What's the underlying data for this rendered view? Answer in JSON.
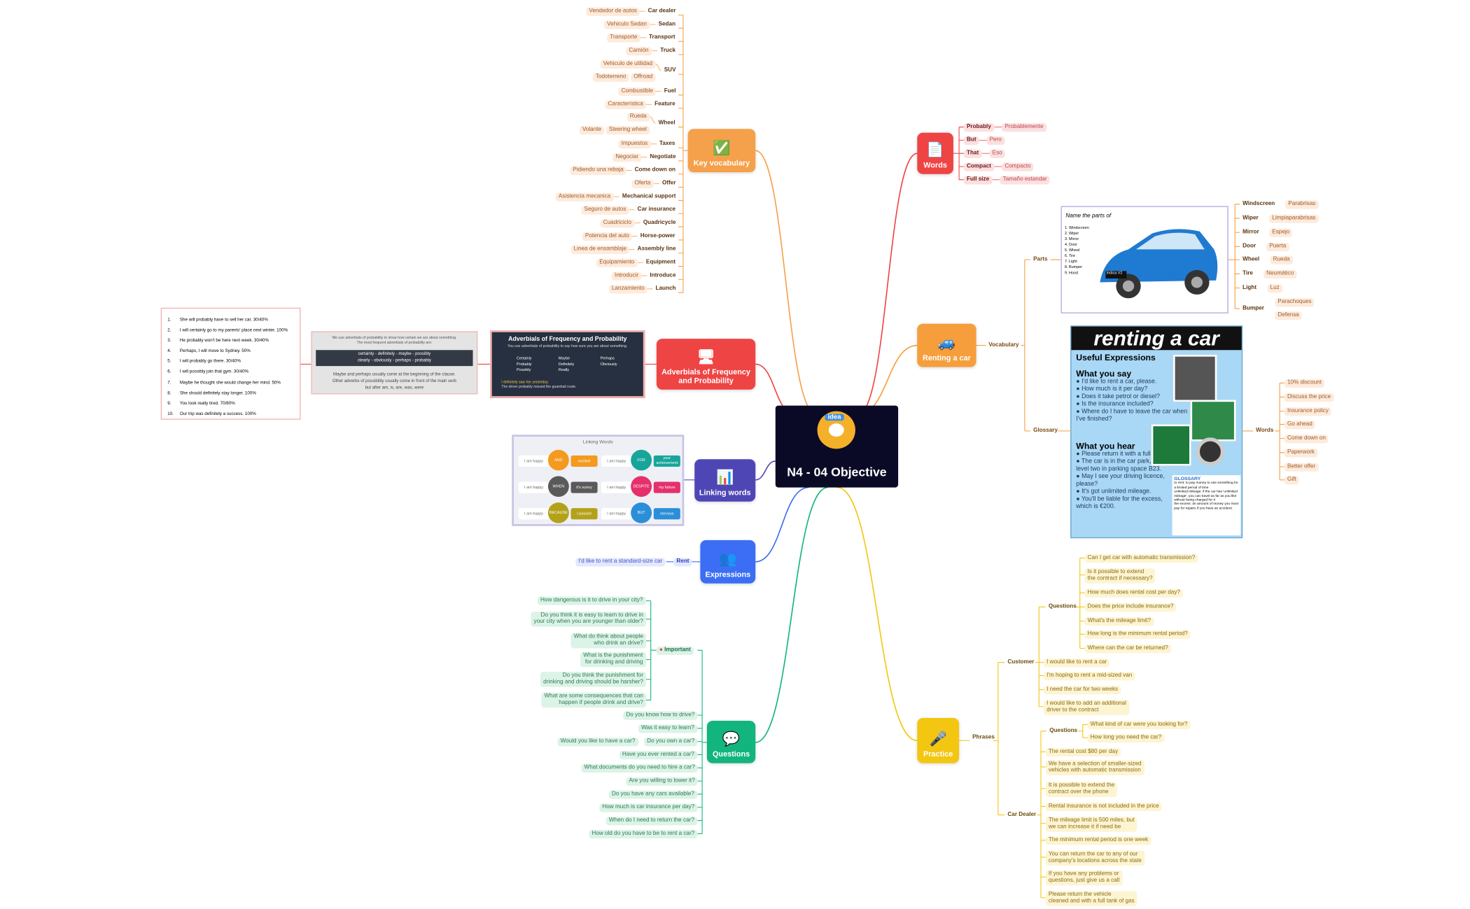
{
  "center": {
    "title": "N4 - 04 Objective",
    "badge": "idea"
  },
  "hubs": {
    "key_vocab": "Key vocabulary",
    "words": "Words",
    "adverbials": "Adverbials of Frequency and Probability",
    "renting": "Renting a car",
    "linking": "Linking words",
    "expressions": "Expressions",
    "questions": "Questions",
    "practice": "Practice"
  },
  "key_vocab": {
    "items": [
      {
        "en": "Car dealer",
        "es": "Vendedor de autos"
      },
      {
        "en": "Sedan",
        "es": "Vehiculo Sedan"
      },
      {
        "en": "Transport",
        "es": "Transporte"
      },
      {
        "en": "Truck",
        "es": "Camión"
      },
      {
        "en": "SUV",
        "es": "Vehiculo de utilidad",
        "es2": "Todoterreno",
        "sub": "Offroad"
      },
      {
        "en": "Fuel",
        "es": "Combustible"
      },
      {
        "en": "Feature",
        "es": "Característica"
      },
      {
        "en": "Wheel",
        "es": "Rueda",
        "sub": "Steering wheel",
        "es2": "Volante"
      },
      {
        "en": "Taxes",
        "es": "Impuestos"
      },
      {
        "en": "Negotiate",
        "es": "Negociar"
      },
      {
        "en": "Come down on",
        "es": "Pidiendo una rebaja"
      },
      {
        "en": "Offer",
        "es": "Oferta"
      },
      {
        "en": "Mechanical support",
        "es": "Asistencia mecanica"
      },
      {
        "en": "Car insurance",
        "es": "Seguro de autos"
      },
      {
        "en": "Quadricycle",
        "es": "Cuadriciclo"
      },
      {
        "en": "Horse-power",
        "es": "Potencia del auto"
      },
      {
        "en": "Assembly line",
        "es": "Linea de ensamblaje"
      },
      {
        "en": "Equipment",
        "es": "Equipamiento"
      },
      {
        "en": "Introduce",
        "es": "Introducir"
      },
      {
        "en": "Launch",
        "es": "Lanzamiento"
      }
    ]
  },
  "words": {
    "items": [
      {
        "en": "Probably",
        "es": "Probablemente"
      },
      {
        "en": "But",
        "es": "Pero"
      },
      {
        "en": "That",
        "es": "Eso"
      },
      {
        "en": "Compact",
        "es": "Compacto"
      },
      {
        "en": "Full size",
        "es": "Tamaño estandar"
      }
    ]
  },
  "renting": {
    "vocabulary": "Vocabulary",
    "parts": "Parts",
    "glossary": "Glossary",
    "parts_items": [
      {
        "en": "Windscreen",
        "es": "Parabrisas"
      },
      {
        "en": "Wiper",
        "es": "Limpiaparabrisas"
      },
      {
        "en": "Mirror",
        "es": "Espejo"
      },
      {
        "en": "Door",
        "es": "Puerta"
      },
      {
        "en": "Wheel",
        "es": "Rueda"
      },
      {
        "en": "Tire",
        "es": "Neumático"
      },
      {
        "en": "Light",
        "es": "Luz"
      },
      {
        "en": "Bumper",
        "es": "Parachoques",
        "es2": "Defensa"
      }
    ],
    "words_label": "Words",
    "glossary_words": [
      "10% discount",
      "Discuss the price",
      "Insurance policy",
      "Go ahead",
      "Come down on",
      "Paperwork",
      "Better offer",
      "Gift"
    ],
    "car_panel": {
      "title": "Name the parts of",
      "list": [
        "1. Windscreen",
        "2. Wiper",
        "3. Mirror",
        "4. Door",
        "5. Wheel",
        "6. Tire",
        "7. Light",
        "8. Bumper",
        "9. Hood"
      ],
      "plate": "Indica V2"
    },
    "poster": {
      "title": "renting a car",
      "subtitle": "Useful Expressions",
      "say_head": "What you say",
      "say": [
        "I'd like to rent a car, please.",
        "How much is it per day?",
        "Does it take petrol or diesel?",
        "Is the insurance included?",
        "Where do I have to leave the car when I've finished?"
      ],
      "hear_head": "What you hear",
      "hear": [
        "Please return it with a full tank.",
        "The car is in the car park, on level two in parking space B23.",
        "May I see your driving licence, please?",
        "It's got unlimited mileage.",
        "You'll be liable for the excess, which is €200."
      ],
      "glossary_head": "GLOSSARY",
      "glossary_text": "to rent: to pay money to use something for a limited period of time\nunlimited mileage: if the car has 'unlimited mileage', you can travel as far as you like without being charged for it\nthe excess: an amount of money you must pay for repairs if you have an accident"
    }
  },
  "adverbials": {
    "dark_title": "Adverbials of Frequency and Probability",
    "dark_sub": "You use adverbials of probability to say how sure you are about something.",
    "cols": [
      [
        "Certainly",
        "Probably",
        "Possibly"
      ],
      [
        "Maybe",
        "Definitely",
        "Really"
      ],
      [
        "Perhaps",
        "Obviously"
      ]
    ],
    "dark_foot1": "I definitely saw her yesterday.",
    "dark_foot2": "The driver probably missed the guardrail route.",
    "grey_top": "We use adverbials of probability to show how certain we are about something.\nThe most frequent adverbials of probability are:",
    "grey_bar1": "certainly - definitely - maybe - possibly",
    "grey_bar2": "clearly - obviously - perhaps - probably",
    "grey_bot": "Maybe and perhaps usually come at the beginning of the clause.\nOther adverbs of possibility usually come in front of the main verb\nbut after am, is, are, was, were",
    "exercises": [
      "She will probably have to sell her car. 30/40%",
      "I will certainly go to my parents' place next winter. 100%",
      "He probably won't be here next week. 30/40%",
      "Perhaps, I will move to Sydney. 50%",
      "I will probably go there. 30/40%",
      "I will possibly join that gym. 30/40%",
      "Maybe he thought she would change her mind. 50%",
      "She should definitely stay longer. 100%",
      "You look really tired. 70/80%",
      "Our trip was definitely a success. 100%"
    ]
  },
  "linking": {
    "title": "Linking Words",
    "rows": [
      {
        "a": "I am happy",
        "w": "AND",
        "b": "excited",
        "c": "I am happy",
        "w2": "FOR",
        "d": "your achievement"
      },
      {
        "a": "I am happy",
        "w": "WHEN",
        "b": "it's sunny",
        "c": "I am happy",
        "w2": "DESPITE",
        "d": "my failure"
      },
      {
        "a": "I am happy",
        "w": "BECAUSE",
        "b": "I passed",
        "c": "I am happy",
        "w2": "BUT",
        "d": "nervous"
      }
    ]
  },
  "expressions": {
    "label": "Rent",
    "item": "I'd like to rent a standard-size car"
  },
  "questions": {
    "important": "Important",
    "important_items": [
      "How dangerous is it to drive in your city?",
      "Do you think it is easy to learn to drive in\nyour city when you are younger than older?",
      "What do think about people\nwho drink an drive?",
      "What is the punishment\nfor drinking and driving",
      "Do you think the punishment for\ndrinking and driving should be harsher?",
      "What are some consequences that can\nhappen if people drink and drive?"
    ],
    "items": [
      "Do you know how to drive?",
      "Was it easy to learn?",
      "Do you own a car?",
      "Have you ever rented a car?",
      "What documents do you need to hire a car?",
      "Are you willing to lower it?",
      "Do you have any cars available?",
      "How much is car insurance per day?",
      "When do I need to return the car?",
      "How old do you have to be to rent a car?"
    ],
    "own_sub": "Would you like to have a car?"
  },
  "practice": {
    "phrases": "Phrases",
    "customer": "Customer",
    "dealer": "Car Dealer",
    "cust_questions_label": "Questions",
    "cust_questions": [
      "Can I get car with automatic transmission?",
      "Is it possible to extend\nthe contract if necessary?",
      "How much does rental cost per day?",
      "Does the price include insurance?",
      "What's the mileage limit?",
      "How long is the minimum rental period?",
      "Where can the car be returned?"
    ],
    "cust_items": [
      "I would like to rent a car",
      "I'm hoping to rent a mid-sized van",
      "I need the car for two weeks",
      "I would like to add an additional\ndriver to the contract"
    ],
    "dealer_questions_label": "Questions",
    "dealer_questions": [
      "What kind of car were you looking for?",
      "How long you need the car?"
    ],
    "dealer_items": [
      "The rental cost $80 per day",
      "We have a selection of smaller-sized\nvehicles with automatic transmission",
      "It is possible to extend the\ncontract over the phone",
      "Rental insurance is not included in the price",
      "The mileage limit is 500 miles, but\nwe can increase it if need be",
      "The minimum rental period is one week",
      "You can return the car to any of our\ncompany's locations across the state",
      "If you have any problems or\nquestions, just give us a call",
      "Please return the vehicle\ncleaned and with a full tank of gas"
    ]
  },
  "colors": {
    "orange": "#f5a04a",
    "red": "#ef4444",
    "orange2": "#f59e3b",
    "indigo": "#4f46b6",
    "blue": "#3b6ef5",
    "green": "#12b57d",
    "yellow": "#f3c611"
  }
}
